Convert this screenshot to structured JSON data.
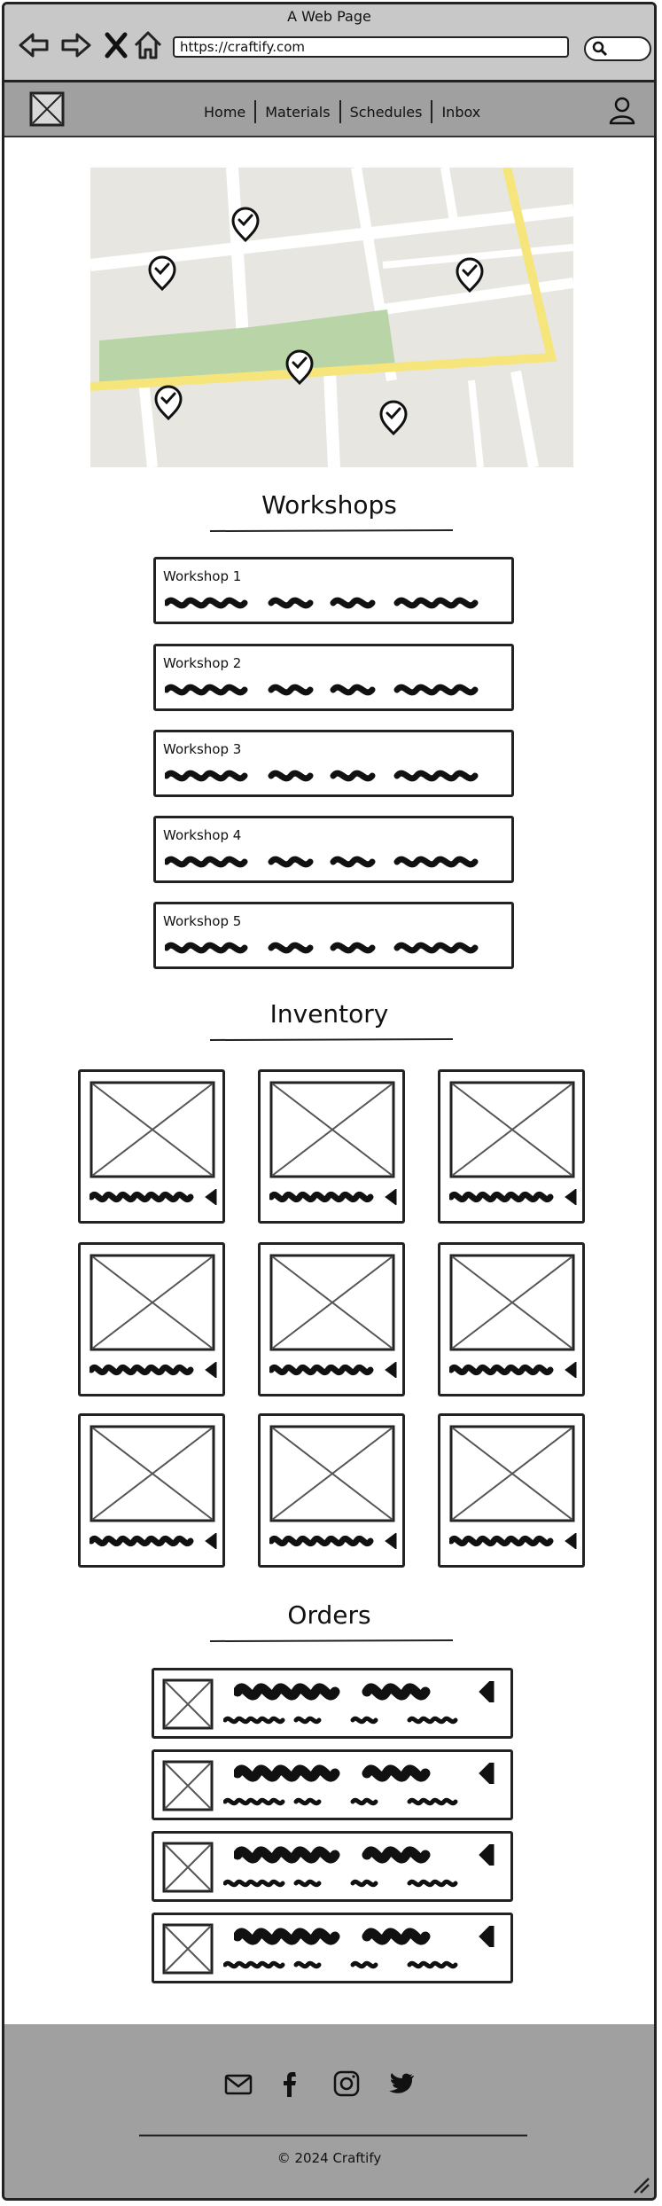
{
  "browser": {
    "title": "A Web Page",
    "url": "https://craftify.com"
  },
  "nav": {
    "items": [
      "Home",
      "Materials",
      "Schedules",
      "Inbox"
    ]
  },
  "sections": {
    "workshops_title": "Workshops",
    "inventory_title": "Inventory",
    "orders_title": "Orders"
  },
  "workshops": [
    {
      "label": "Workshop 1"
    },
    {
      "label": "Workshop 2"
    },
    {
      "label": "Workshop 3"
    },
    {
      "label": "Workshop 4"
    },
    {
      "label": "Workshop 5"
    }
  ],
  "footer": {
    "copyright": "© 2024 Craftify",
    "icons": [
      "mail-icon",
      "facebook-icon",
      "instagram-icon",
      "twitter-icon"
    ]
  },
  "colors": {
    "chrome": "#c8c8c8",
    "header": "#a0a0a0",
    "map_bg": "#e8e6e1",
    "map_park": "#b9d4a6",
    "map_highway": "#f5e57a"
  }
}
